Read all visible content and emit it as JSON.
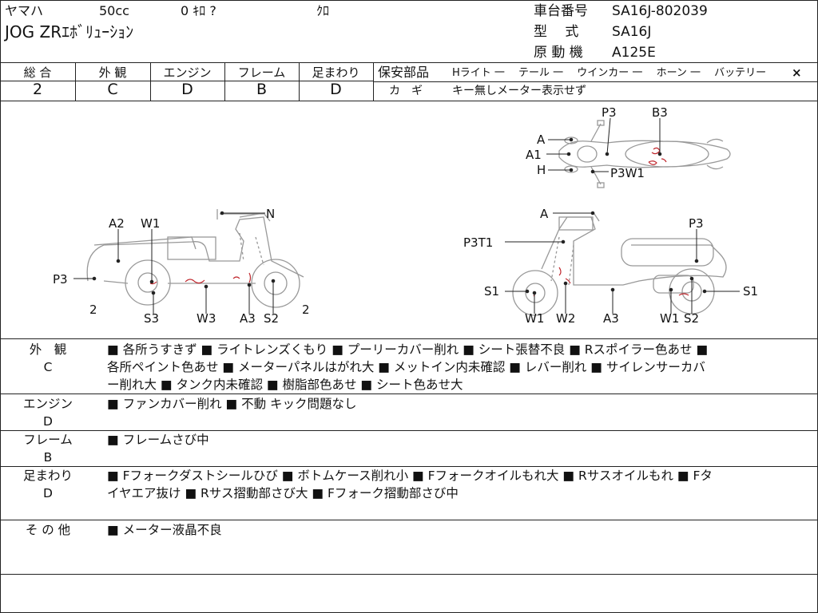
{
  "header": {
    "maker": "ヤマハ",
    "displacement": "50cc",
    "mileage": "0 ｷﾛ ?",
    "color": "ｸﾛ",
    "model": "JOG ZRｴﾎﾞﾘｭｰｼｮﾝ",
    "frame_label": "車台番号",
    "frame_value": "SA16J-802039",
    "type_label": "型　 式",
    "type_value": "SA16J",
    "engine_label": "原 動 機",
    "engine_value": "A125E"
  },
  "grades": {
    "headers": [
      "総 合",
      "外 観",
      "エンジン",
      "フレーム",
      "足まわり"
    ],
    "values": [
      "2",
      "C",
      "D",
      "B",
      "D"
    ]
  },
  "safety": {
    "label": "保安部品",
    "items": "Hライト 一　 テール 一　 ウインカー 一　 ホーン 一　 バッテリー",
    "battery_mark": "×",
    "key_label": "カ　ギ",
    "key_value": "キー無しメーター表示せず"
  },
  "diagram": {
    "top_labels": [
      "P3",
      "B3",
      "A",
      "A1",
      "H",
      "P3W1"
    ],
    "left_labels": [
      "N",
      "A2",
      "W1",
      "P3",
      "2",
      "S3",
      "W3",
      "A3",
      "S2",
      "2"
    ],
    "right_labels": [
      "A",
      "P3",
      "P3T1",
      "S1",
      "S1",
      "W1",
      "W2",
      "A3",
      "W1",
      "S2"
    ]
  },
  "sections": [
    {
      "label": "外　観",
      "grade": "C",
      "lines": [
        "■ 各所うすきず ■ ライトレンズくもり ■ プーリーカバー削れ ■ シート張替不良 ■ Rスポイラー色あせ ■",
        "各所ペイント色あせ ■ メーターパネルはがれ大 ■ メットイン内未確認 ■ レバー削れ ■ サイレンサーカバ",
        "ー削れ大 ■ タンク内未確認 ■ 樹脂部色あせ ■ シート色あせ大"
      ]
    },
    {
      "label": "エンジン",
      "grade": "D",
      "lines": [
        "■ ファンカバー削れ ■ 不動 キック問題なし"
      ]
    },
    {
      "label": "フレーム",
      "grade": "B",
      "lines": [
        "■ フレームさび中"
      ]
    },
    {
      "label": "足まわり",
      "grade": "D",
      "lines": [
        "■ Fフォークダストシールひび ■ ボトムケース削れ小 ■ Fフォークオイルもれ大 ■ Rサスオイルもれ ■ Fタ",
        "イヤエア抜け ■ Rサス摺動部さび大 ■ Fフォーク摺動部さび中"
      ]
    },
    {
      "label": "そ の 他",
      "grade": "",
      "lines": [
        "■ メーター液晶不良"
      ]
    }
  ]
}
